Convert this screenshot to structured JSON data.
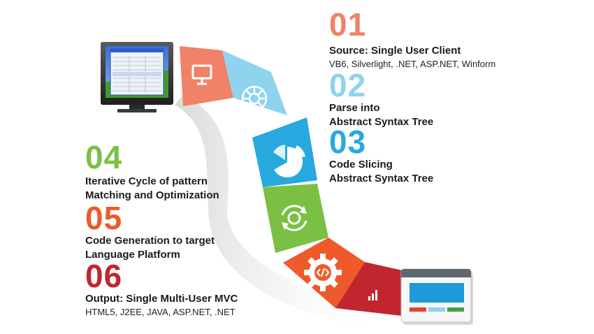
{
  "colors": {
    "step1": "#f08268",
    "step2": "#8fd3ee",
    "step3": "#27a9df",
    "step4": "#7bc043",
    "step5": "#ee5a2a",
    "step6": "#c1262f"
  },
  "steps": [
    {
      "number": "01",
      "title_lines": [
        "Source: Single User Client"
      ],
      "description": "VB6, Silverlight, .NET,  ASP.NET, Winform",
      "icon": "monitor-icon"
    },
    {
      "number": "02",
      "title_lines": [
        "Parse into",
        "Abstract Syntax Tree"
      ],
      "description": "",
      "icon": "gear-wheel-icon"
    },
    {
      "number": "03",
      "title_lines": [
        "Code Slicing",
        "Abstract Syntax Tree"
      ],
      "description": "",
      "icon": "pie-chart-icon"
    },
    {
      "number": "04",
      "title_lines": [
        "Iterative Cycle of pattern",
        "Matching and Optimization"
      ],
      "description": "",
      "icon": "refresh-gear-icon"
    },
    {
      "number": "05",
      "title_lines": [
        "Code Generation to target",
        "Language Platform"
      ],
      "description": "",
      "icon": "code-gear-icon"
    },
    {
      "number": "06",
      "title_lines": [
        "Output: Single Multi-User MVC"
      ],
      "description": "HTML5, J2EE, JAVA, ASP.NET, .NET",
      "icon": "bar-chart-icon"
    }
  ],
  "source_image": "legacy-desktop-app-screenshot",
  "output_image": "web-app-window"
}
